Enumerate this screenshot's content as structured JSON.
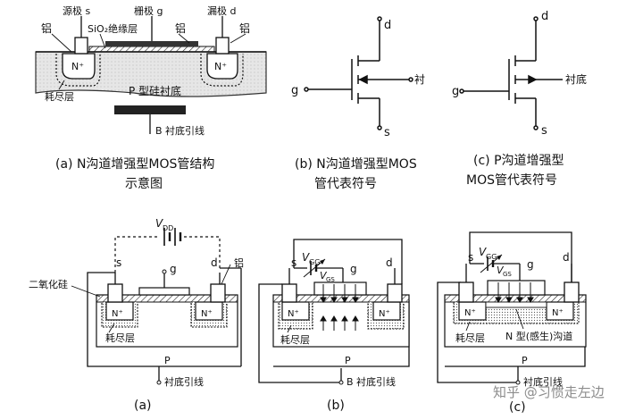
{
  "fig_a": {
    "source": "源极 s",
    "gate": "栅极 g",
    "drain": "漏极 d",
    "oxide": "SiO₂绝缘层",
    "al_left": "铝",
    "al_mid": "铝",
    "al_right": "铝",
    "nplus": "N⁺",
    "depletion": "耗尽层",
    "substrate": "P 型硅衬底",
    "lead": "B 衬底引线"
  },
  "fig_b": {
    "d": "d",
    "g": "g",
    "s": "s",
    "body": "衬"
  },
  "fig_c": {
    "d": "d",
    "g": "g",
    "s": "s",
    "body": "衬底"
  },
  "captions": {
    "a_line1": "(a)  N沟道增强型MOS管结构",
    "a_line2": "示意图",
    "b_line1": "(b)  N沟道增强型MOS",
    "b_line2": "管代表符号",
    "c_line1": "(c)  P沟道增强型",
    "c_line2": "MOS管代表符号"
  },
  "bottom_a": {
    "vdd": "V",
    "vdd_sub": "DD",
    "s": "s",
    "g": "g",
    "d": "d",
    "oxide_label": "二氧化硅",
    "al": "铝",
    "nplus": "N⁺",
    "depletion": "耗尽层",
    "p": "P",
    "lead": "衬底引线",
    "label": "(a)"
  },
  "bottom_b": {
    "vgg": "V",
    "vgg_sub": "GG",
    "vgs": "V",
    "vgs_sub": "GS",
    "s": "s",
    "g": "g",
    "d": "d",
    "nplus": "N⁺",
    "depletion": "耗尽层",
    "p": "P",
    "lead": "B 衬底引线",
    "label": "(b)"
  },
  "bottom_c": {
    "vgg": "V",
    "vgg_sub": "GG",
    "vgs": "V",
    "vgs_sub": "GS",
    "s": "s",
    "g": "g",
    "d": "d",
    "nplus": "N⁺",
    "depletion": "耗尽层",
    "channel": "N 型(感生)沟道",
    "p": "P",
    "lead": "衬底引线",
    "label": "(c)"
  },
  "watermark": "知乎 @习惯走左边"
}
